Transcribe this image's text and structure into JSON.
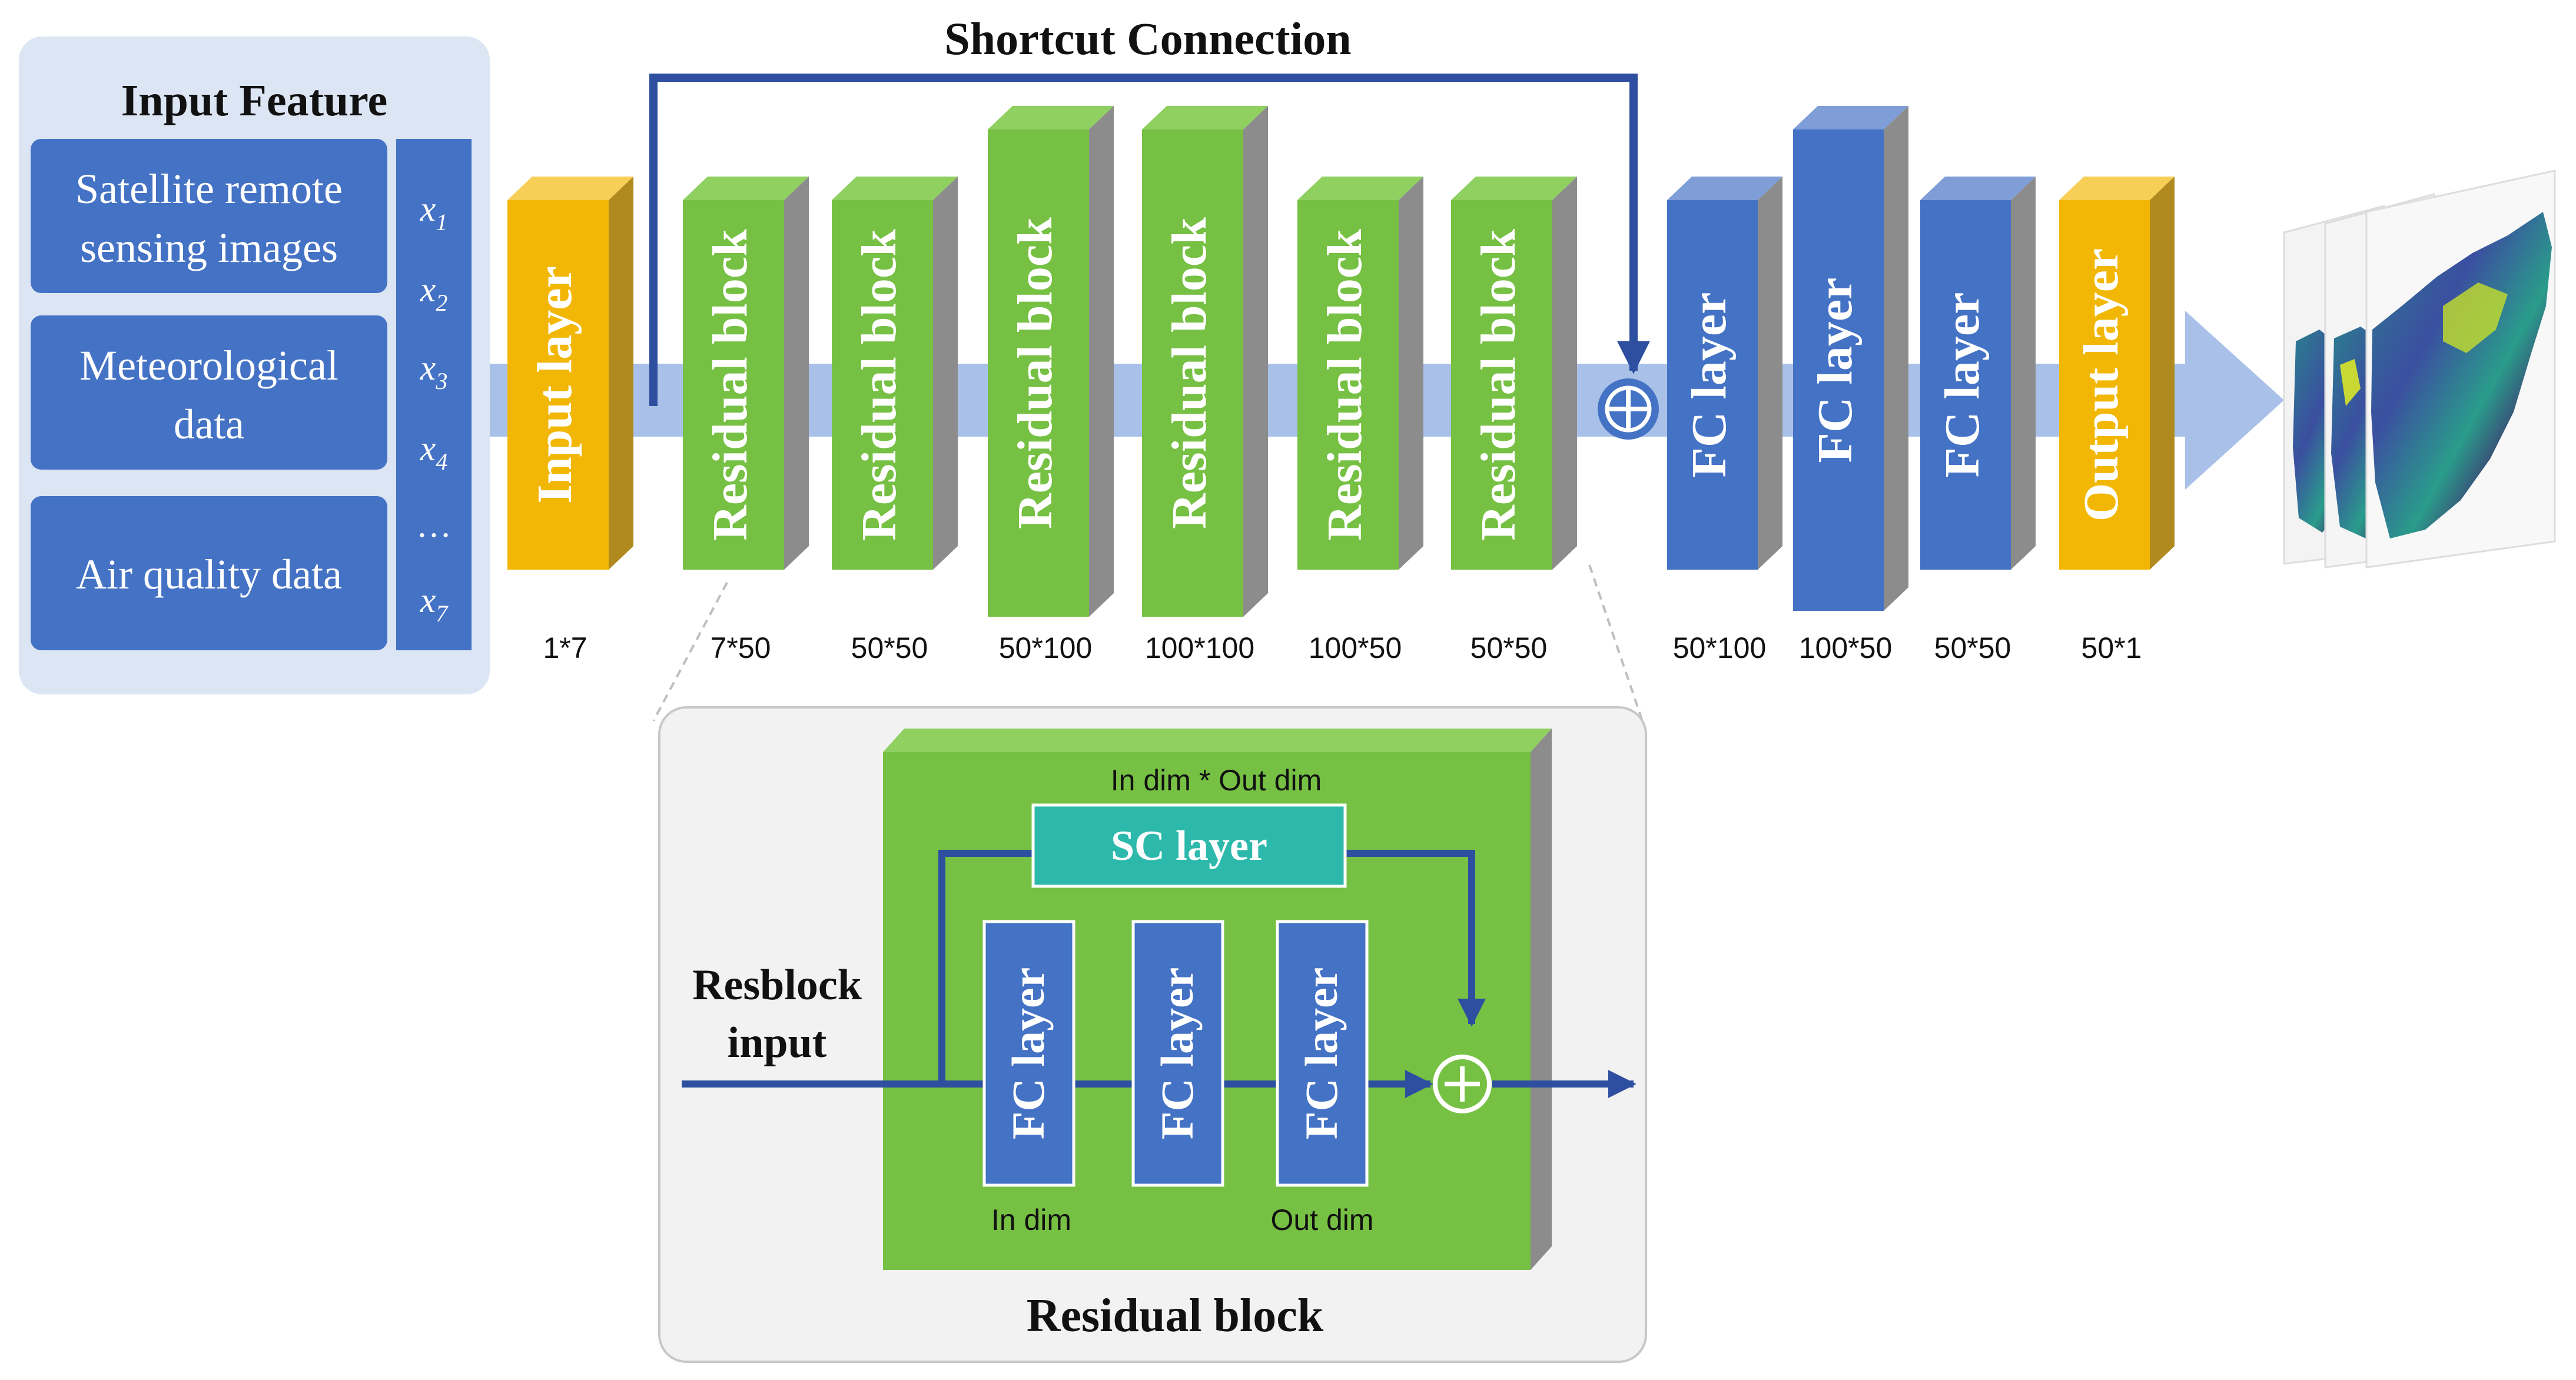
{
  "colors": {
    "input_panel_bg": "#DCE5F3",
    "blue_box": "#4472C4",
    "blue_dark": "#2F52A0",
    "green_front": "#76C043",
    "green_top": "#8FD061",
    "gray_side": "#8C8C8C",
    "orange_front": "#F2B705",
    "orange_top": "#F7CF57",
    "teal": "#2CB9AC",
    "flow_band": "#A9C1E8",
    "arrow_blue": "#2E4FA0",
    "inset_bg": "#F2F2F2"
  },
  "title": "Shortcut Connection",
  "input_feature": {
    "title": "Input Feature",
    "sources": [
      {
        "line1": "Satellite remote",
        "line2": "sensing images"
      },
      {
        "line1": "Meteorological",
        "line2": "data"
      },
      {
        "line1": "Air quality data",
        "line2": ""
      }
    ],
    "variables": [
      {
        "base": "x",
        "sub": "1"
      },
      {
        "base": "x",
        "sub": "2"
      },
      {
        "base": "x",
        "sub": "3"
      },
      {
        "base": "x",
        "sub": "4"
      },
      {
        "base": "…",
        "sub": ""
      },
      {
        "base": "x",
        "sub": "7"
      }
    ]
  },
  "layers": [
    {
      "label": "Input layer",
      "dim": "1*7",
      "kind": "orange"
    },
    {
      "label": "Residual block",
      "dim": "7*50",
      "kind": "green"
    },
    {
      "label": "Residual block",
      "dim": "50*50",
      "kind": "green"
    },
    {
      "label": "Residual block",
      "dim": "50*100",
      "kind": "green"
    },
    {
      "label": "Residual block",
      "dim": "100*100",
      "kind": "green"
    },
    {
      "label": "Residual block",
      "dim": "100*50",
      "kind": "green"
    },
    {
      "label": "Residual block",
      "dim": "50*50",
      "kind": "green"
    },
    {
      "label": "FC layer",
      "dim": "50*100",
      "kind": "blue"
    },
    {
      "label": "FC layer",
      "dim": "100*50",
      "kind": "blue"
    },
    {
      "label": "FC layer",
      "dim": "50*50",
      "kind": "blue"
    },
    {
      "label": "Output layer",
      "dim": "50*1",
      "kind": "orange"
    }
  ],
  "plus_symbol": "⊕",
  "detail": {
    "title": "Residual block",
    "input_label_line1": "Resblock",
    "input_label_line2": "input",
    "sc_label": "SC layer",
    "sc_dim": "In dim * Out dim",
    "fc_layers": [
      "FC layer",
      "FC layer",
      "FC layer"
    ],
    "in_dim": "In dim",
    "out_dim": "Out dim"
  }
}
